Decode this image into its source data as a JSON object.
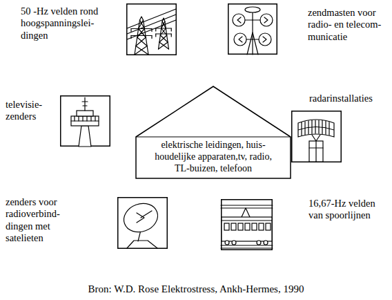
{
  "diagram": {
    "caption": "Bron: W.D. Rose Elektrostress, Ankh-Hermes, 1990",
    "nodes": [
      {
        "text": [
          "50 -Hz velden rond hoogspanningslei- dingen"
        ]
      },
      {
        "text": [
          "zendmasten voor radio- en telecom- municatie"
        ]
      },
      {
        "text": [
          "televisie- zenders"
        ]
      },
      {
        "text": [
          "elektrische leidingen, huis- houdelijke apparaten,tv, radio, TL-buizen, telefoon"
        ]
      },
      {
        "text": [
          "radarinstallaties"
        ]
      },
      {
        "text": [
          "zenders voor radioverbind- dingen met satelieten"
        ]
      },
      {
        "text": [
          "16,67-Hz velden van spoorlijnen"
        ]
      }
    ]
  }
}
